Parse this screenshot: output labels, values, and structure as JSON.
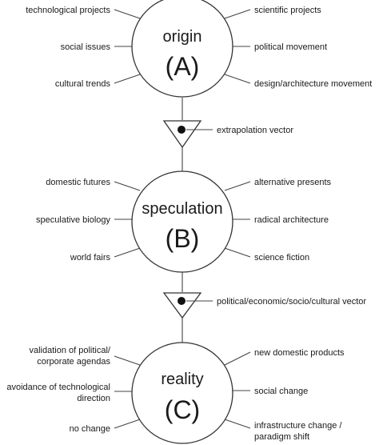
{
  "nodes": [
    {
      "title": "origin",
      "letter": "(A)",
      "left": [
        "technological projects",
        "social issues",
        "cultural trends"
      ],
      "right": [
        "scientific projects",
        "political movement",
        "design/architecture movement"
      ]
    },
    {
      "title": "speculation",
      "letter": "(B)",
      "left": [
        "domestic futures",
        "speculative biology",
        "world fairs"
      ],
      "right": [
        "alternative presents",
        "radical architecture",
        "science fiction"
      ]
    },
    {
      "title": "reality",
      "letter": "(C)",
      "left": [
        "validation of political/",
        "corporate agendas",
        "avoidance of technological",
        "direction",
        "no change"
      ],
      "right": [
        "new domestic products",
        "social change",
        "infrastructure change /",
        "paradigm shift"
      ]
    }
  ],
  "vectors": [
    "extrapolation vector",
    "political/economic/socio/cultural vector"
  ]
}
